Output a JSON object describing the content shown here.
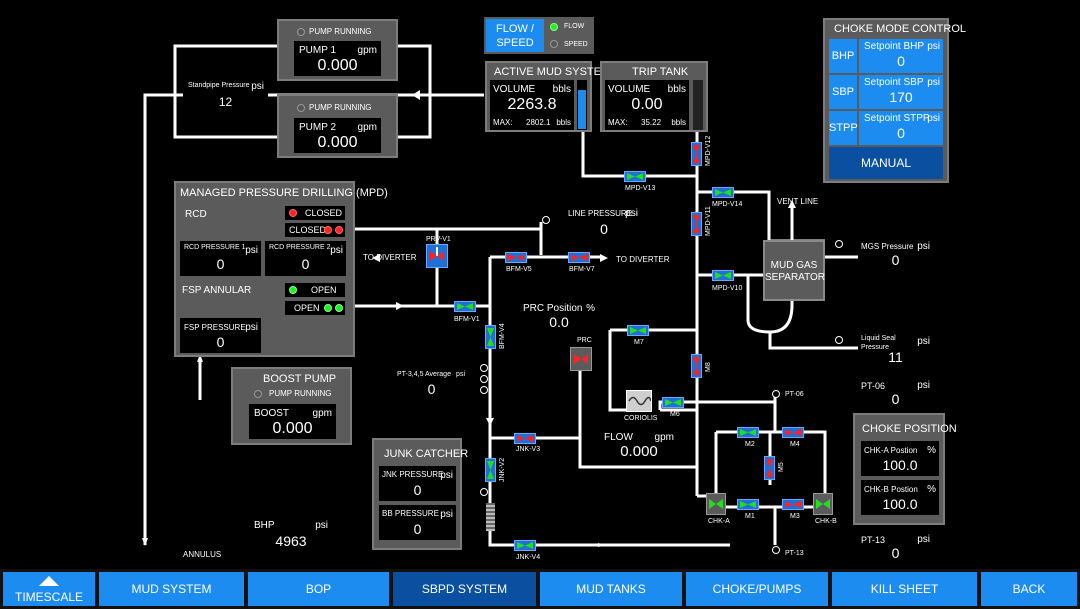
{
  "pumps": {
    "pump1": {
      "status": "PUMP RUNNING",
      "label": "PUMP 1",
      "unit": "gpm",
      "value": "0.000"
    },
    "pump2": {
      "status": "PUMP RUNNING",
      "label": "PUMP 2",
      "unit": "gpm",
      "value": "0.000"
    },
    "standpipe": {
      "label": "Standpipe Pressure",
      "unit": "psi",
      "value": "12"
    }
  },
  "flow_speed": {
    "title_line1": "FLOW /",
    "title_line2": "SPEED",
    "opt_flow": "FLOW",
    "opt_speed": "SPEED"
  },
  "active_mud": {
    "title": "ACTIVE MUD SYSTEM",
    "volume_label": "VOLUME",
    "volume_unit": "bbls",
    "volume_value": "2263.8",
    "max_label": "MAX:",
    "max_value": "2802.1",
    "max_unit": "bbls",
    "level_pct": 81
  },
  "trip_tank": {
    "title": "TRIP TANK",
    "volume_label": "VOLUME",
    "volume_unit": "bbls",
    "volume_value": "0.00",
    "max_label": "MAX:",
    "max_value": "35.22",
    "max_unit": "bbls"
  },
  "choke_mode": {
    "title": "CHOKE MODE CONTROL",
    "rows": [
      {
        "key": "BHP",
        "label": "Setpoint BHP",
        "unit": "psi",
        "value": "0"
      },
      {
        "key": "SBP",
        "label": "Setpoint SBP",
        "unit": "psi",
        "value": "170"
      },
      {
        "key": "STPP",
        "label": "Setpoint STPP",
        "unit": "psi",
        "value": "0"
      }
    ],
    "mode": "MANUAL"
  },
  "mpd": {
    "title": "MANAGED PRESSURE DRILLING (MPD)",
    "rcd_label": "RCD",
    "rcd_status1": "CLOSED",
    "rcd_status2": "CLOSED",
    "rcd_p1": {
      "label": "RCD PRESSURE 1",
      "unit": "psi",
      "value": "0"
    },
    "rcd_p2": {
      "label": "RCD PRESSURE 2",
      "unit": "psi",
      "value": "0"
    },
    "fsp_label": "FSP ANNULAR",
    "fsp_status1": "OPEN",
    "fsp_status2": "OPEN",
    "fsp_pressure": {
      "label": "FSP PRESSURE",
      "unit": "psi",
      "value": "0"
    }
  },
  "boost": {
    "title": "BOOST PUMP",
    "status": "PUMP RUNNING",
    "label": "BOOST",
    "unit": "gpm",
    "value": "0.000"
  },
  "junk": {
    "title": "JUNK CATCHER",
    "jnk": {
      "label": "JNK PRESSURE",
      "unit": "psi",
      "value": "0"
    },
    "bb": {
      "label": "BB PRESSURE",
      "unit": "psi",
      "value": "0"
    }
  },
  "bhp": {
    "label": "BHP",
    "unit": "psi",
    "value": "4963"
  },
  "line_pressure": {
    "label": "LINE PRESSURE",
    "unit": "psi",
    "value": "0"
  },
  "prc_position": {
    "label": "PRC Position",
    "unit": "%",
    "value": "0.0"
  },
  "pt345": {
    "label": "PT-3,4,5 Average",
    "unit": "psi",
    "value": "0"
  },
  "flow": {
    "label": "FLOW",
    "unit": "gpm",
    "value": "0.000"
  },
  "mgs_pressure": {
    "label": "MGS Pressure",
    "unit": "psi",
    "value": "0"
  },
  "liquid_seal": {
    "label_line1": "Liquid Seal",
    "label_line2": "Pressure",
    "unit": "psi",
    "value": "11"
  },
  "pt06": {
    "label": "PT-06",
    "unit": "psi",
    "value": "0"
  },
  "pt13": {
    "label": "PT-13",
    "unit": "psi",
    "value": "0"
  },
  "choke_position": {
    "title": "CHOKE POSITION",
    "a": {
      "label": "CHK-A Postion",
      "unit": "%",
      "value": "100.0"
    },
    "b": {
      "label": "CHK-B Postion",
      "unit": "%",
      "value": "100.0"
    }
  },
  "separator": {
    "line1": "MUD GAS",
    "line2": "SEPARATOR"
  },
  "labels": {
    "vent_line": "VENT LINE",
    "to_diverter_left": "TO DIVERTER",
    "to_diverter_right": "TO DIVERTER",
    "annulus": "ANNULUS",
    "prv": "PRV-V1",
    "prc": "PRC",
    "coriolis": "CORIOLIS",
    "pt06_tag": "PT-06",
    "pt13_tag": "PT-13",
    "mpd_v13": "MPD-V13",
    "mpd_v12": "MPD-V12",
    "mpd_v14": "MPD-V14",
    "mpd_v11": "MPD-V11",
    "mpd_v10": "MPD-V10",
    "bfm_v5": "BFM-V5",
    "bfm_v7": "BFM-V7",
    "bfm_v1": "BFM-V1",
    "bfm_v4": "BFM-V4",
    "m7": "M7",
    "m8": "M8",
    "m6": "M6",
    "m2": "M2",
    "m4": "M4",
    "m5": "M5",
    "m1": "M1",
    "m3": "M3",
    "chk_a": "CHK-A",
    "chk_b": "CHK-B",
    "jnk_v3": "JNK-V3",
    "jnk_v2": "JNK-V2",
    "jnk_v4": "JNK-V4"
  },
  "nav": {
    "timescale": "TIMESCALE",
    "mud_system": "MUD SYSTEM",
    "bop": "BOP",
    "sbpd": "SBPD SYSTEM",
    "mud_tanks": "MUD TANKS",
    "choke_pumps": "CHOKE/PUMPS",
    "kill_sheet": "KILL SHEET",
    "back": "BACK"
  },
  "colors": {
    "accent": "#1c8cf0",
    "active_nav": "#0b4fa0",
    "valve_open": "#22dd22",
    "valve_closed": "#ff2222",
    "panel": "#5b5b5b"
  }
}
